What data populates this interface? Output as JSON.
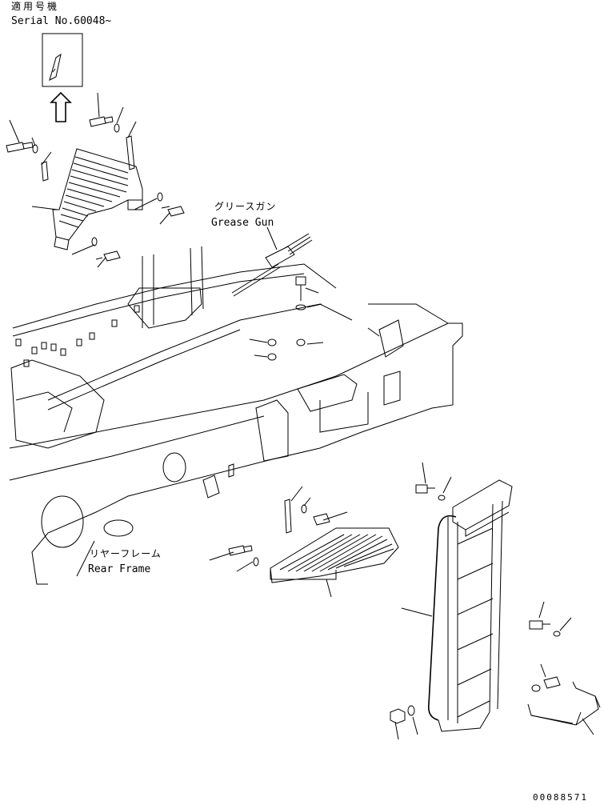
{
  "header": {
    "applicable_models_label": "適用号機",
    "serial_label": "Serial No.60048~"
  },
  "callouts": {
    "grease_gun_jp": "グリースガン",
    "grease_gun_en": "Grease Gun",
    "rear_frame_jp": "リヤーフレーム",
    "rear_frame_en": "Rear Frame"
  },
  "footer": {
    "drawing_number": "00088571"
  },
  "icons": {
    "serial_inset_arrow": "up-arrow-icon"
  }
}
